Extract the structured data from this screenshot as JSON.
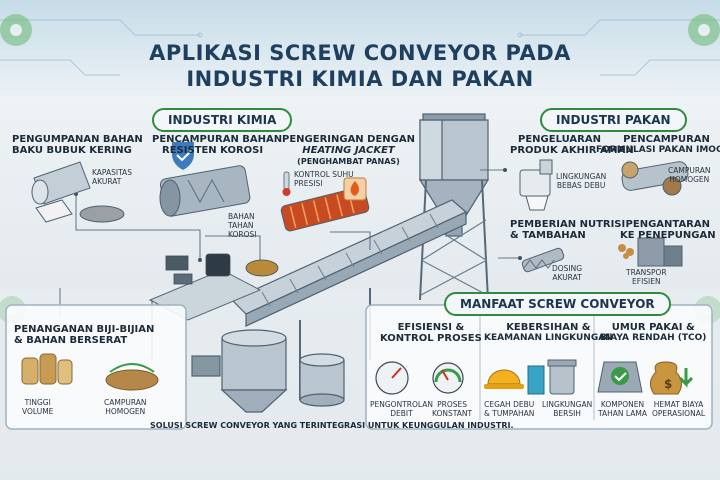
{
  "title_line1": "APLIKASI SCREW CONVEYOR PADA",
  "title_line2": "INDUSTRI KIMIA DAN PAKAN",
  "sections": {
    "kimia": "INDUSTRI KIMIA",
    "pakan": "INDUSTRI PAKAN",
    "manfaat": "MANFAAT SCREW CONVEYOR"
  },
  "kimia": {
    "pengumpanan_1": "PENGUMPANAN BAHAN",
    "pengumpanan_2": "BAKU BUBUK KERING",
    "kapasitas_1": "KAPASITAS",
    "kapasitas_2": "AKURAT",
    "pencampuran_1": "PENCAMPURAN BAHAN",
    "pencampuran_2": "RESISTEN KOROSI",
    "bahan_1": "BAHAN",
    "bahan_2": "TAHAN",
    "bahan_3": "KOROSI",
    "pengeringan_1": "PENGERINGAN DENGAN",
    "pengeringan_2": "HEATING JACKET",
    "pengeringan_3": "(PENGHAMBAT PANAS)",
    "kontrol_1": "KONTROL SUHU",
    "kontrol_2": "PRESISI"
  },
  "pakan": {
    "pengeluaran_1": "PENGELUARAN",
    "pengeluaran_2": "PRODUK AKHIR AMAN",
    "lingkungan_1": "LINGKUNGAN",
    "lingkungan_2": "BEBAS DEBU",
    "pencampuran_1": "PENCAMPURAN",
    "pencampuran_2": "FORMULASI PAKAN IMOGEN",
    "campuran_1": "CAMPURAN",
    "campuran_2": "HOMOGEN",
    "nutrisi_1": "PEMBERIAN NUTRISI",
    "nutrisi_2": "& TAMBAHAN",
    "dosing_1": "DOSING",
    "dosing_2": "AKURAT",
    "pengantaran_1": "PENGANTARAN",
    "pengantaran_2": "KE PENEPUNGAN",
    "transpor_1": "TRANSPOR",
    "transpor_2": "EFISIEN"
  },
  "biji": {
    "title_1": "PENANGANAN BIJI-BIJIAN",
    "title_2": "& BAHAN BERSERAT",
    "tinggi_1": "TINGGI",
    "tinggi_2": "VOLUME",
    "campuran_1": "CAMPURAN",
    "campuran_2": "HOMOGEN"
  },
  "manfaat": {
    "efisiensi_1": "EFISIENSI &",
    "efisiensi_2": "KONTROL PROSES",
    "pengontrolan_1": "PENGONTROLAN",
    "pengontrolan_2": "DEBIT",
    "proses_1": "PROSES",
    "proses_2": "KONSTANT",
    "kebersihan_1": "KEBERSIHAN &",
    "kebersihan_2": "KEAMANAN LINGKUNGAN",
    "cegah_1": "CEGAH DEBU",
    "cegah_2": "& TUMPAHAN",
    "lingkungan_1": "LINGKUNGAN",
    "lingkungan_2": "BERSIH",
    "umur_1": "UMUR PAKAI &",
    "umur_2": "BIAYA RENDAH (TCO)",
    "komponen_1": "KOMPONEN",
    "komponen_2": "TAHAN LAMA",
    "hemat_1": "HEMAT BIAYA",
    "hemat_2": "OPERASIONAL"
  },
  "footer": "SOLUSI SCREW CONVEYOR YANG TERINTEGRASI UNTUK KEUNGGULAN INDUSTRI.",
  "colors": {
    "title": "#1f3f5e",
    "section_border": "#2f8a3f",
    "steel": "#aab8c3",
    "accent_orange": "#e07a1f",
    "accent_green": "#3a9a4a"
  }
}
